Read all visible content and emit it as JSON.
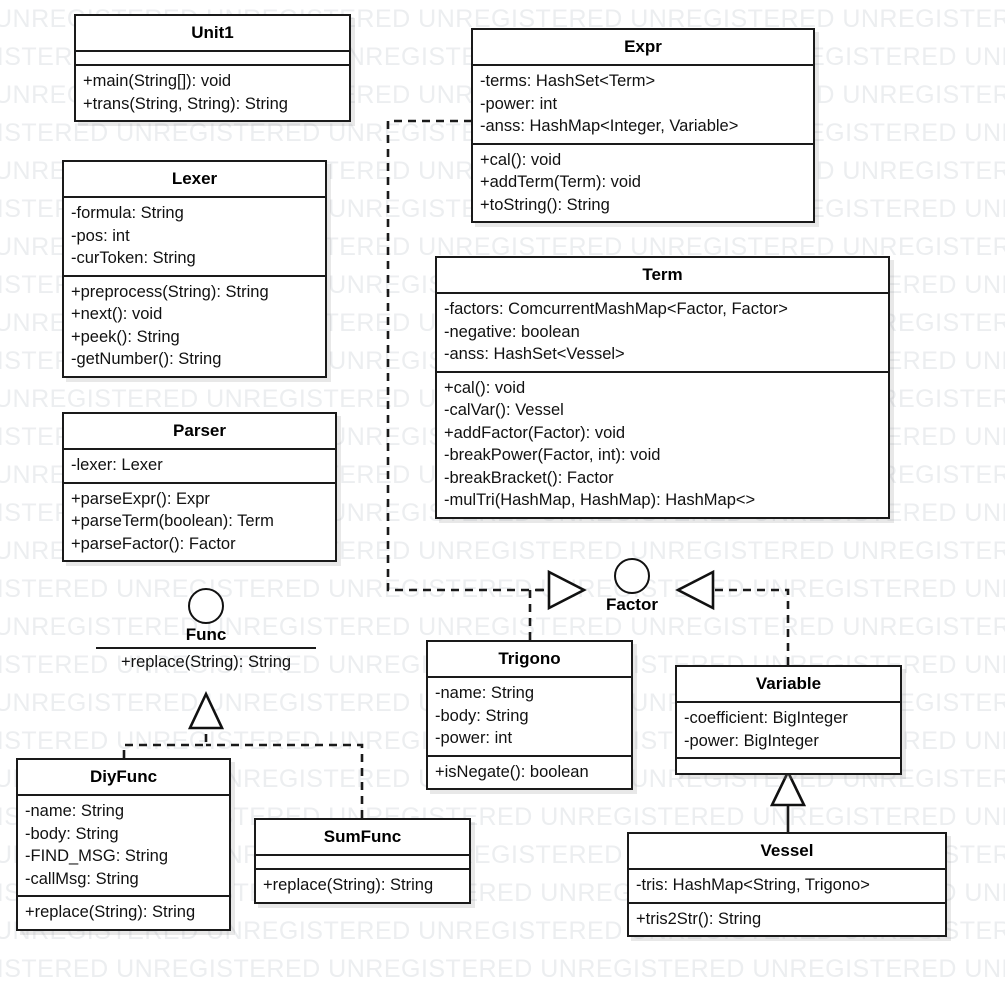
{
  "diagram": {
    "type": "uml-class-diagram",
    "watermark_text": "UNREGISTERED",
    "background_color": "#ffffff",
    "line_color": "#1a1a1a"
  },
  "classes": {
    "unit1": {
      "name": "Unit1",
      "attributes": [],
      "methods": [
        "+main(String[]): void",
        "+trans(String, String): String"
      ]
    },
    "lexer": {
      "name": "Lexer",
      "attributes": [
        "-formula: String",
        "-pos: int",
        "-curToken: String"
      ],
      "methods": [
        "+preprocess(String): String",
        "+next(): void",
        "+peek(): String",
        "-getNumber(): String"
      ]
    },
    "parser": {
      "name": "Parser",
      "attributes": [
        "-lexer: Lexer"
      ],
      "methods": [
        "+parseExpr(): Expr",
        "+parseTerm(boolean): Term",
        "+parseFactor(): Factor"
      ]
    },
    "expr": {
      "name": "Expr",
      "attributes": [
        "-terms: HashSet<Term>",
        "-power: int",
        "-anss: HashMap<Integer, Variable>"
      ],
      "methods": [
        "+cal(): void",
        "+addTerm(Term): void",
        "+toString(): String"
      ]
    },
    "term": {
      "name": "Term",
      "attributes": [
        "-factors: ComcurrentMashMap<Factor, Factor>",
        "-negative: boolean",
        "-anss: HashSet<Vessel>"
      ],
      "methods": [
        "+cal(): void",
        "-calVar(): Vessel",
        "+addFactor(Factor): void",
        "-breakPower(Factor, int): void",
        "-breakBracket(): Factor",
        "-mulTri(HashMap, HashMap): HashMap<>"
      ]
    },
    "trigono": {
      "name": "Trigono",
      "attributes": [
        "-name: String",
        "-body: String",
        "-power: int"
      ],
      "methods": [
        "+isNegate(): boolean"
      ]
    },
    "variable": {
      "name": "Variable",
      "attributes": [
        "-coefficient: BigInteger",
        "-power: BigInteger"
      ],
      "methods": []
    },
    "diyfunc": {
      "name": "DiyFunc",
      "attributes": [
        "-name: String",
        "-body: String",
        "-FIND_MSG: String",
        "-callMsg: String"
      ],
      "methods": [
        "+replace(String): String"
      ]
    },
    "sumfunc": {
      "name": "SumFunc",
      "attributes": [],
      "methods": [
        "+replace(String): String"
      ]
    },
    "vessel": {
      "name": "Vessel",
      "attributes": [
        "-tris: HashMap<String, Trigono>"
      ],
      "methods": [
        "+tris2Str(): String"
      ]
    }
  },
  "interfaces": {
    "func": {
      "name": "Func",
      "methods": [
        "+replace(String): String"
      ]
    },
    "factor": {
      "name": "Factor",
      "methods": []
    }
  },
  "relationships": [
    {
      "from": "Expr",
      "to": "Factor",
      "kind": "realization"
    },
    {
      "from": "Trigono",
      "to": "Factor",
      "kind": "realization"
    },
    {
      "from": "Variable",
      "to": "Factor",
      "kind": "realization"
    },
    {
      "from": "DiyFunc",
      "to": "Func",
      "kind": "realization"
    },
    {
      "from": "SumFunc",
      "to": "Func",
      "kind": "realization"
    },
    {
      "from": "Vessel",
      "to": "Variable",
      "kind": "generalization"
    }
  ]
}
